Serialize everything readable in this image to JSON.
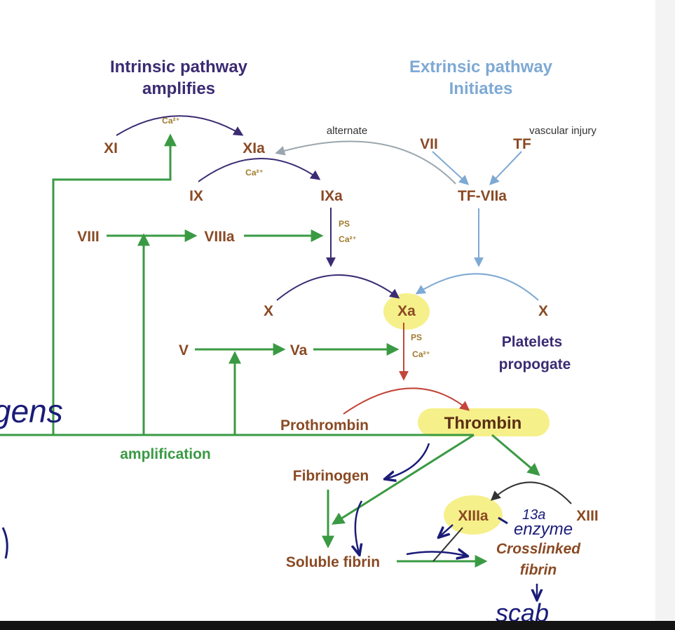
{
  "colors": {
    "intrinsic": "#3b2b73",
    "extrinsic": "#7ea9d4",
    "green": "#3a9a43",
    "factor": "#8a4a24",
    "calcium": "#a17a2c",
    "red": "#c2463a",
    "highlight": "#f6f08a",
    "ink": "#1a1c78",
    "platelets": "#3b2b73"
  },
  "titles": {
    "intrinsic_line1": "Intrinsic pathway",
    "intrinsic_line2": "amplifies",
    "extrinsic_line1": "Extrinsic pathway",
    "extrinsic_line2": "Initiates"
  },
  "factors": {
    "xi": "XI",
    "xia": "XIa",
    "ix": "IX",
    "ixa": "IXa",
    "viii": "VIII",
    "viiia": "VIIIa",
    "vii": "VII",
    "tf": "TF",
    "tf_viia": "TF-VIIa",
    "x_left": "X",
    "xa": "Xa",
    "x_right": "X",
    "v": "V",
    "va": "Va",
    "prothrombin": "Prothrombin",
    "thrombin": "Thrombin",
    "fibrinogen": "Fibrinogen",
    "soluble_fibrin": "Soluble fibrin",
    "xiiia": "XIIIa",
    "xiii": "XIII",
    "crosslinked_1": "Crosslinked",
    "crosslinked_2": "fibrin"
  },
  "labels": {
    "alternate": "alternate",
    "vascular_injury": "vascular injury",
    "ca_1": "Ca²⁺",
    "ca_2": "Ca²⁺",
    "ca_3": "Ca²⁺",
    "ca_4": "Ca²⁺",
    "ps_1": "PS",
    "ps_2": "PS",
    "platelets_1": "Platelets",
    "platelets_2": "propogate",
    "amplification": "amplification"
  },
  "handwriting": {
    "gens": "gens",
    "enzyme_13a": "13a",
    "enzyme": "enzyme",
    "scab": "scab"
  }
}
